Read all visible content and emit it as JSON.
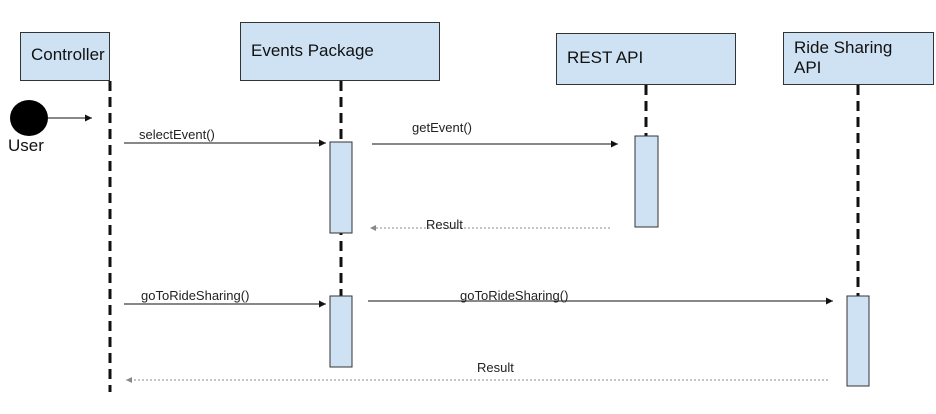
{
  "actor": {
    "label": "User"
  },
  "participants": [
    {
      "id": "controller",
      "label": "Controller"
    },
    {
      "id": "events",
      "label": "Events Package"
    },
    {
      "id": "rest",
      "label": "REST API"
    },
    {
      "id": "ride",
      "label": "Ride Sharing API"
    }
  ],
  "messages": [
    {
      "id": "select-event",
      "label": "selectEvent()",
      "from": "controller",
      "to": "events",
      "style": "solid"
    },
    {
      "id": "get-event",
      "label": "getEvent()",
      "from": "events",
      "to": "rest",
      "style": "solid"
    },
    {
      "id": "result-1",
      "label": "Result",
      "from": "rest",
      "to": "events",
      "style": "dotted"
    },
    {
      "id": "go-ride-1",
      "label": "goToRideSharing()",
      "from": "controller",
      "to": "events",
      "style": "solid"
    },
    {
      "id": "go-ride-2",
      "label": "goToRideSharing()",
      "from": "events",
      "to": "ride",
      "style": "solid"
    },
    {
      "id": "result-2",
      "label": "Result",
      "from": "ride",
      "to": "controller",
      "style": "dotted"
    }
  ],
  "colors": {
    "box_fill": "#cfe2f3",
    "line": "#111111",
    "dotted": "#888888"
  }
}
